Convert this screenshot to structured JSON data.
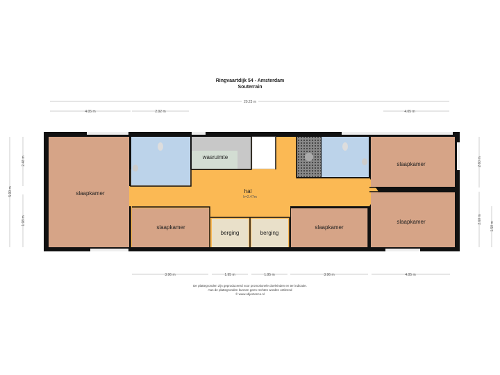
{
  "header": {
    "title": "Ringvaartdijk 54 - Amsterdam",
    "floor": "Souterrain"
  },
  "rooms": {
    "slaapkamer_left": "slaapkamer",
    "slaapkamer_mid_left": "slaapkamer",
    "slaapkamer_mid_right": "slaapkamer",
    "slaapkamer_top_right": "slaapkamer",
    "slaapkamer_bottom_right": "slaapkamer",
    "wasruimte": "wasruimte",
    "hal": "hal",
    "hal_height": "h=2.47m",
    "berging_1": "berging",
    "berging_2": "berging"
  },
  "dimensions": {
    "total_width": "20.23 m",
    "top": [
      "4.05 m",
      "2.92 m",
      "4.05 m"
    ],
    "bottom": [
      "3.96 m",
      "1.95 m",
      "1.95 m",
      "3.96 m",
      "4.05 m"
    ],
    "left_total": "5.90 m",
    "left": [
      "2.48 m",
      "1.98 m"
    ],
    "right": [
      "2.60 m",
      "2.60 m",
      "1.50 m"
    ]
  },
  "footer": {
    "line1": "De plattegronden zijn geproduceerd voor promotionele doeleinden en ter indicatie.",
    "line2": "Aan de plattegronden kunnen geen rechten worden ontleend",
    "line3": "© www.objectenco.nl"
  },
  "colors": {
    "bedroom": "#d6a487",
    "bathroom": "#bcd3ea",
    "hall": "#fbb954",
    "storage": "#e9e0c9",
    "laundry": "#d3ddd3"
  }
}
